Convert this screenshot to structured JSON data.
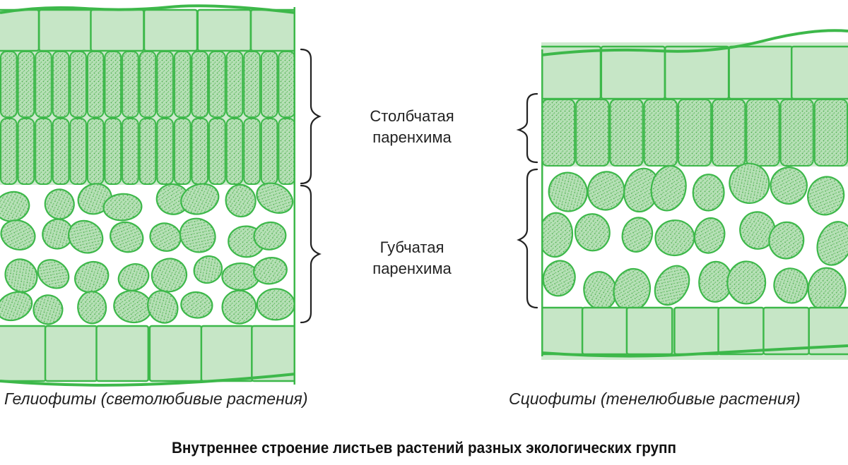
{
  "labels": {
    "palisade_line1": "Столбчатая",
    "palisade_line2": "паренхима",
    "spongy_line1": "Губчатая",
    "spongy_line2": "паренхима"
  },
  "captions": {
    "heliophytes": "Гелиофиты (светолюбивые растения)",
    "sciophytes": "Сциофиты (тенелюбивые растения)"
  },
  "title": "Внутреннее строение листьев растений разных экологических групп",
  "colors": {
    "outline": "#3db84a",
    "epidermis_fill": "#c6e6c6",
    "cell_fill": "#b9e2b9",
    "chloroplast_dot": "#4cae4c",
    "bracket": "#222222"
  }
}
